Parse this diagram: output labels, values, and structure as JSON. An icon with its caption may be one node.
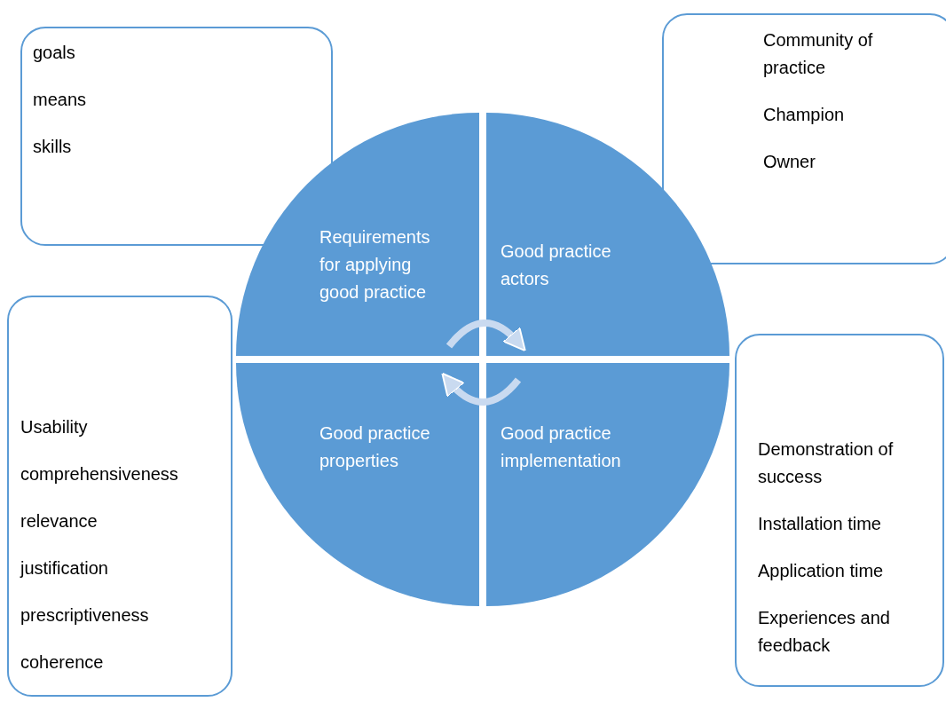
{
  "diagram": {
    "nodes": [
      {
        "text": [
          "goals",
          "means",
          "skills"
        ]
      },
      {
        "text": [
          "Community of practice",
          "Champion",
          "Owner"
        ]
      },
      {
        "text": [
          "Usability",
          "comprehensiveness",
          "relevance",
          "justification",
          "prescriptiveness",
          "coherence"
        ]
      },
      {
        "text": [
          "Demonstration of success",
          "Installation time",
          "Application time",
          "Experiences and feedback"
        ]
      },
      {
        "text": [
          "Requirements for applying good practice"
        ]
      },
      {
        "text": [
          "Good practice actors"
        ]
      },
      {
        "text": [
          "Good practice properties"
        ]
      },
      {
        "text": [
          "Good practice implementation"
        ]
      }
    ],
    "edges": [
      {
        "from": 4,
        "to": 5,
        "arrow": "to"
      },
      {
        "from": 7,
        "to": 6,
        "arrow": "to"
      }
    ]
  }
}
